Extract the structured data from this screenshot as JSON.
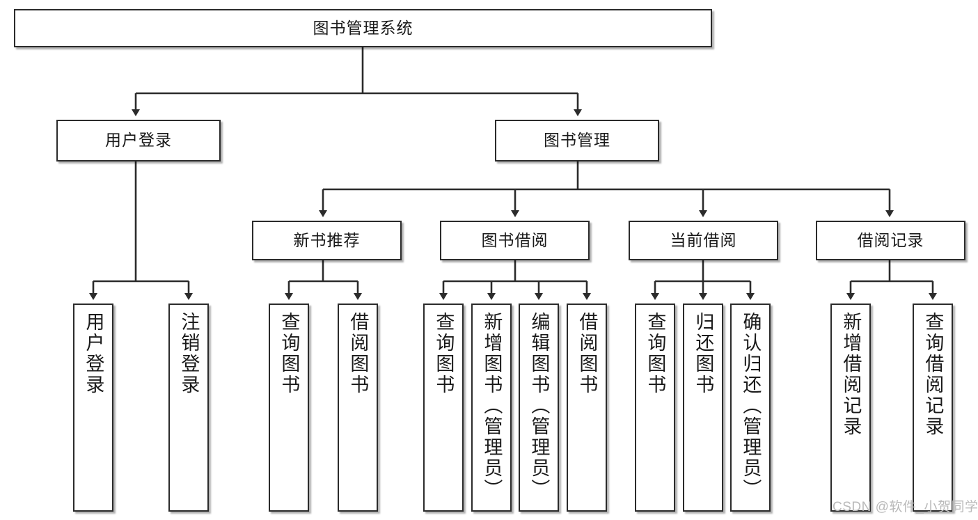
{
  "diagram": {
    "type": "tree-hierarchy",
    "title": "图书管理系统",
    "watermark": "CSDN @软件_小贺同学",
    "colors": {
      "box_border": "#2b2b2b",
      "box_fill": "#ffffff",
      "edge": "#2b2b2b",
      "text": "#1a1a1a",
      "watermark": "#b9b9b9",
      "background": "#ffffff"
    },
    "nodes": {
      "root": {
        "label": "图书管理系统",
        "level": 1
      },
      "user_login": {
        "label": "用户登录",
        "level": 2
      },
      "book_manage": {
        "label": "图书管理",
        "level": 2
      },
      "new_book_rec": {
        "label": "新书推荐",
        "level": 3
      },
      "book_borrow": {
        "label": "图书借阅",
        "level": 3
      },
      "current_borrow": {
        "label": "当前借阅",
        "level": 3
      },
      "borrow_record": {
        "label": "借阅记录",
        "level": 3
      },
      "leaf_user_login": {
        "label": "用户登录",
        "level": 4
      },
      "leaf_logout": {
        "label": "注销登录",
        "level": 4
      },
      "leaf_query_book_1": {
        "label": "查询图书",
        "level": 4
      },
      "leaf_borrow_book_1": {
        "label": "借阅图书",
        "level": 4
      },
      "leaf_query_book_2": {
        "label": "查询图书",
        "level": 4
      },
      "leaf_add_book": {
        "label": "新增图书（管理员）",
        "level": 4
      },
      "leaf_edit_book": {
        "label": "编辑图书（管理员）",
        "level": 4
      },
      "leaf_borrow_book_2": {
        "label": "借阅图书",
        "level": 4
      },
      "leaf_query_book_3": {
        "label": "查询图书",
        "level": 4
      },
      "leaf_return_book": {
        "label": "归还图书",
        "level": 4
      },
      "leaf_confirm_return": {
        "label": "确认归还（管理员）",
        "level": 4
      },
      "leaf_add_record": {
        "label": "新增借阅记录",
        "level": 4
      },
      "leaf_query_record": {
        "label": "查询借阅记录",
        "level": 4
      }
    }
  }
}
